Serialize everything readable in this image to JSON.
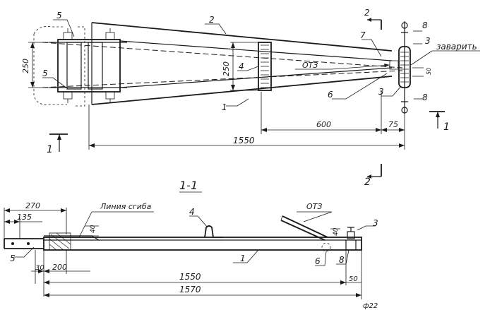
{
  "plan": {
    "callouts": [
      "2",
      "5",
      "5",
      "4",
      "7",
      "8",
      "3",
      "3",
      "8",
      "6",
      "1"
    ],
    "otz_label": "ОТЗ",
    "zavarit_label": "заварить",
    "dims": {
      "left_height": "250",
      "mid_height": "250",
      "right_small": "50",
      "d600": "600",
      "d75": "75",
      "d1550": "1550"
    },
    "section_marks": {
      "top_right": "2",
      "bottom_right": "2",
      "left": "1",
      "right": "1"
    }
  },
  "section": {
    "title": "1-1",
    "fold_line_label": "Линия сгиба",
    "otz_label": "ОТЗ",
    "callouts": [
      "4",
      "3",
      "5",
      "1",
      "6",
      "8"
    ],
    "dims": {
      "d270": "270",
      "d135": "135",
      "d40_left": "40",
      "d40_right": "40",
      "d30": "30",
      "d200": "200",
      "d1550": "1550",
      "d1570": "1570",
      "d50": "50",
      "phi22": "ф22"
    }
  }
}
